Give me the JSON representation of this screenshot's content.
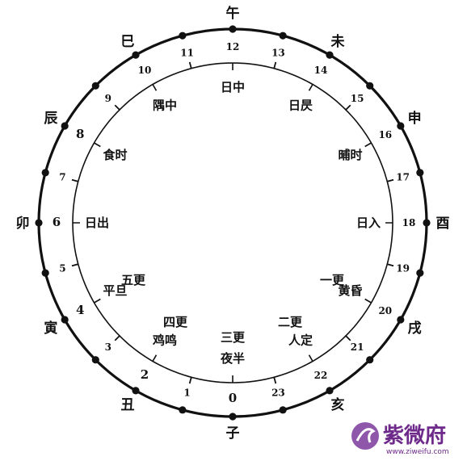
{
  "hours": [
    "0",
    "1",
    "2",
    "3",
    "4",
    "5",
    "6",
    "7",
    "8",
    "9",
    "10",
    "11",
    "12",
    "13",
    "14",
    "15",
    "16",
    "17",
    "18",
    "19",
    "20",
    "21",
    "22",
    "23"
  ],
  "branches": [
    {
      "label": "子",
      "hour": 0
    },
    {
      "label": "丑",
      "hour": 2
    },
    {
      "label": "寅",
      "hour": 4
    },
    {
      "label": "卯",
      "hour": 6
    },
    {
      "label": "辰",
      "hour": 8
    },
    {
      "label": "巳",
      "hour": 10
    },
    {
      "label": "午",
      "hour": 12
    },
    {
      "label": "未",
      "hour": 14
    },
    {
      "label": "申",
      "hour": 16
    },
    {
      "label": "酉",
      "hour": 18
    },
    {
      "label": "戌",
      "hour": 20
    },
    {
      "label": "亥",
      "hour": 22
    }
  ],
  "periods": [
    {
      "label": "夜半",
      "from": 23,
      "to": 1
    },
    {
      "label": "鸡鸣",
      "from": 1,
      "to": 3
    },
    {
      "label": "平旦",
      "from": 3,
      "to": 5
    },
    {
      "label": "日出",
      "from": 5,
      "to": 7
    },
    {
      "label": "食时",
      "from": 7,
      "to": 9
    },
    {
      "label": "隅中",
      "from": 9,
      "to": 11
    },
    {
      "label": "日中",
      "from": 11,
      "to": 13
    },
    {
      "label": "日昃",
      "from": 13,
      "to": 15
    },
    {
      "label": "晡时",
      "from": 15,
      "to": 17
    },
    {
      "label": "日入",
      "from": 17,
      "to": 19
    },
    {
      "label": "黄昏",
      "from": 19,
      "to": 21
    },
    {
      "label": "人定",
      "from": 21,
      "to": 23
    }
  ],
  "watches": [
    {
      "label": "三更",
      "hour": 0
    },
    {
      "label": "四更",
      "hour": 2
    },
    {
      "label": "五更",
      "hour": 4
    },
    {
      "label": "一更",
      "hour": 20
    },
    {
      "label": "二更",
      "hour": 22
    }
  ],
  "watermark": {
    "text": "紫微府",
    "url": "www.ziweifu.com"
  }
}
